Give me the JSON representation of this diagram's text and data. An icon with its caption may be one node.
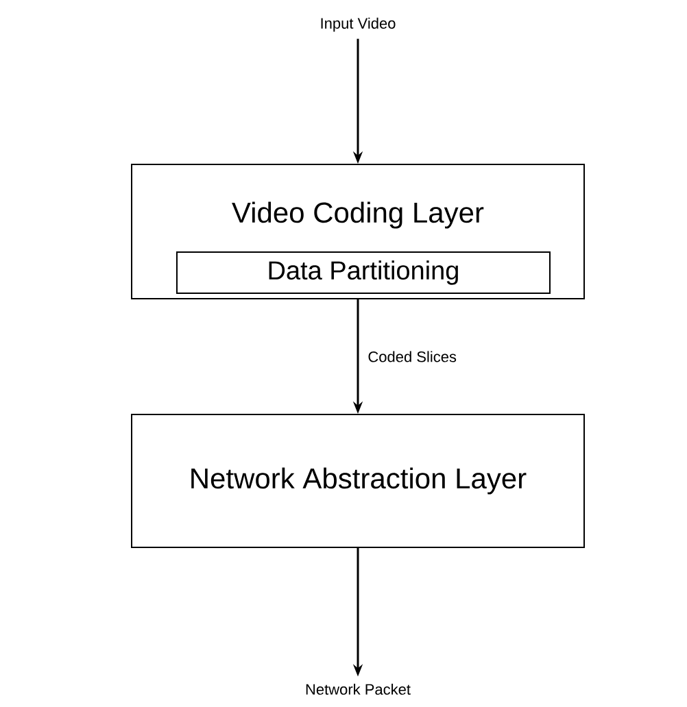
{
  "diagram": {
    "nodes": [
      {
        "text": [
          "Input Video"
        ]
      },
      {
        "text": [
          "Video Coding Layer"
        ]
      },
      {
        "text": [
          "Data Partitioning"
        ],
        "in": 1
      },
      {
        "text": [
          "Network Abstraction Layer"
        ]
      },
      {
        "text": [
          "Network Packet"
        ]
      }
    ],
    "edges": [
      {
        "from": 0,
        "to": 1,
        "arrow": "to"
      },
      {
        "from": 1,
        "to": 3,
        "arrow": "to",
        "label": "Coded Slices"
      },
      {
        "from": 3,
        "to": 4,
        "arrow": "to"
      }
    ]
  }
}
